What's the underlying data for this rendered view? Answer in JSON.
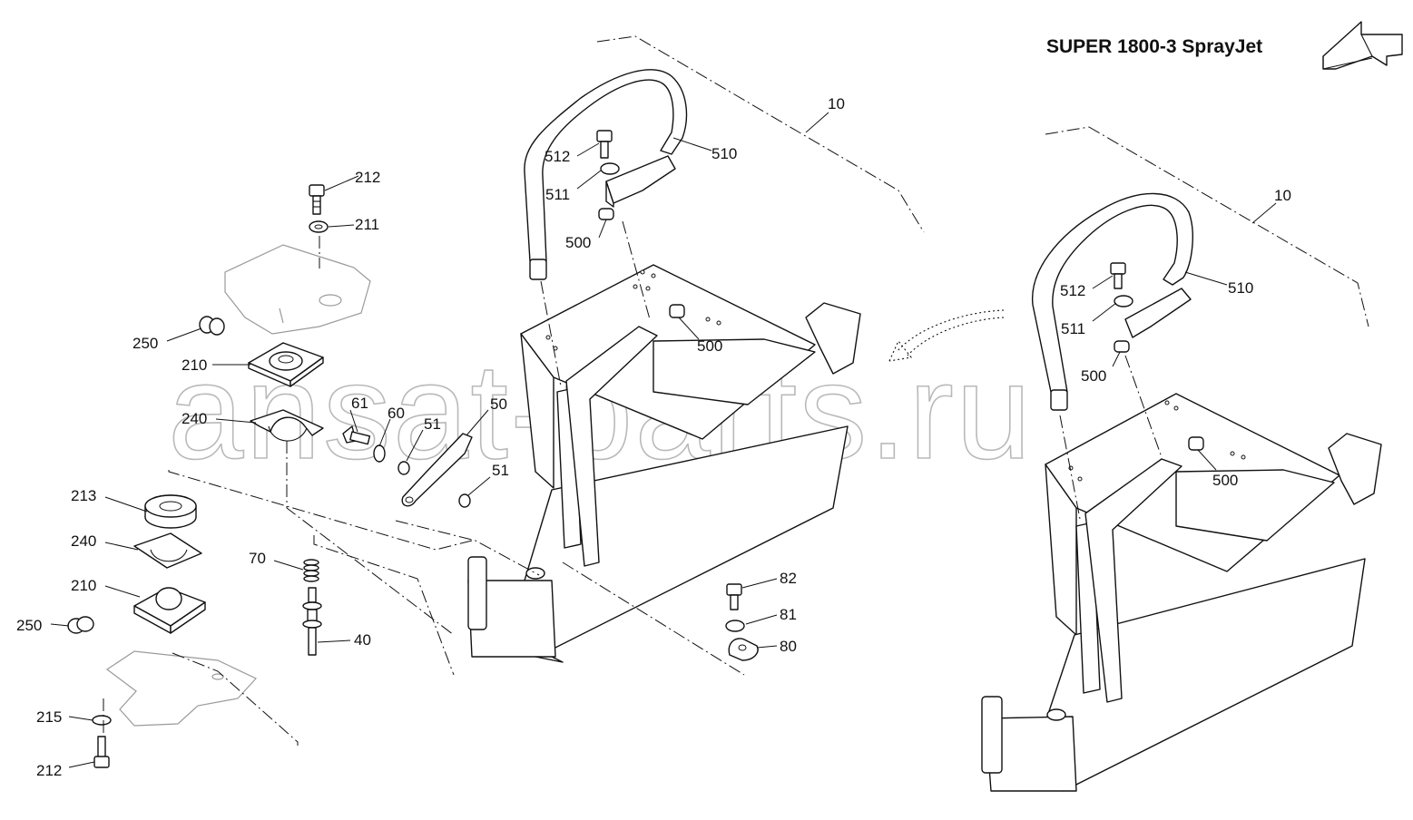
{
  "title": "SUPER 1800-3 SprayJet",
  "watermark": "ansat-parts.ru",
  "icons": {
    "view-direction": "arrow-icon"
  },
  "labels": {
    "c10a": "10",
    "c10b": "10",
    "c512a": "512",
    "c511a": "511",
    "c510a": "510",
    "c500a": "500",
    "c500b": "500",
    "c512b": "512",
    "c511b": "511",
    "c510b": "510",
    "c500c": "500",
    "c500d": "500",
    "c212a": "212",
    "c211": "211",
    "c250a": "250",
    "c210a": "210",
    "c240a": "240",
    "c61": "61",
    "c60": "60",
    "c51a": "51",
    "c50": "50",
    "c51b": "51",
    "c213": "213",
    "c240b": "240",
    "c210b": "210",
    "c250b": "250",
    "c70": "70",
    "c40": "40",
    "c215": "215",
    "c212b": "212",
    "c82": "82",
    "c81": "81",
    "c80": "80"
  }
}
